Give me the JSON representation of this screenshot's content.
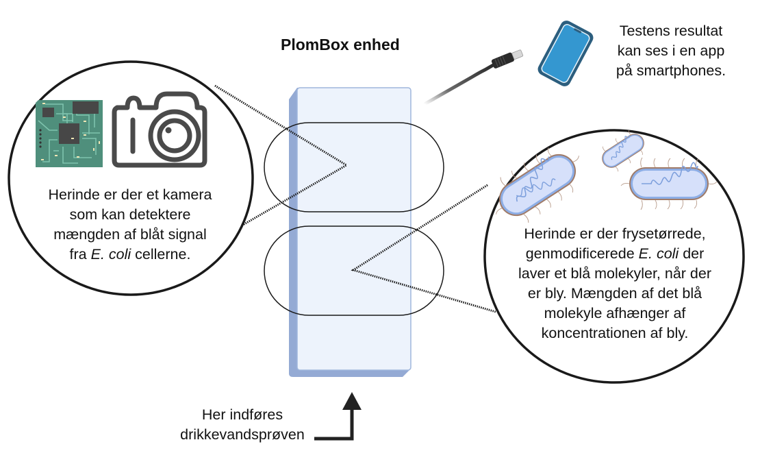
{
  "title": "PlomBox enhed",
  "left_bubble": {
    "icons": [
      "circuit-board-icon",
      "camera-icon"
    ],
    "lines": [
      {
        "text": "Herinde er der et kamera"
      },
      {
        "text": "som kan detektere"
      },
      {
        "text": "mængden af blåt signal"
      },
      {
        "pre": "fra ",
        "italic": "E. coli",
        "post": " cellerne."
      }
    ]
  },
  "right_bubble": {
    "icons": [
      "bacterium-icon",
      "bacterium-icon",
      "bacterium-icon"
    ],
    "lines": [
      {
        "text": "Herinde er der frysetørrede,"
      },
      {
        "pre": "genmodificerede ",
        "italic": "E. coli",
        "post": " der"
      },
      {
        "text": "laver et blå molekyler, når der"
      },
      {
        "text": "er bly. Mængden af det blå"
      },
      {
        "text": "molekyle afhænger af"
      },
      {
        "text": "koncentrationen af bly."
      }
    ]
  },
  "phone_caption": {
    "icons": [
      "usb-cable-icon",
      "smartphone-icon"
    ],
    "lines": [
      "Testens resultat",
      "kan ses i en app",
      "på smartphones."
    ]
  },
  "inlet_caption": {
    "icon": "arrow-up-icon",
    "lines": [
      "Her indføres",
      "drikkevandsprøven"
    ]
  },
  "colors": {
    "device_face": "#edf3fc",
    "device_side": "#94aad4",
    "device_border": "#9fb6dc",
    "phone_screen": "#3497d0",
    "phone_body": "#2c5e7e",
    "circuit": "#4f8f7c",
    "camera": "#4a4a4a",
    "bacterium_fill": "#d6e0fa",
    "bacterium_inner": "#8daee6",
    "bacterium_outline": "#a07b68"
  }
}
